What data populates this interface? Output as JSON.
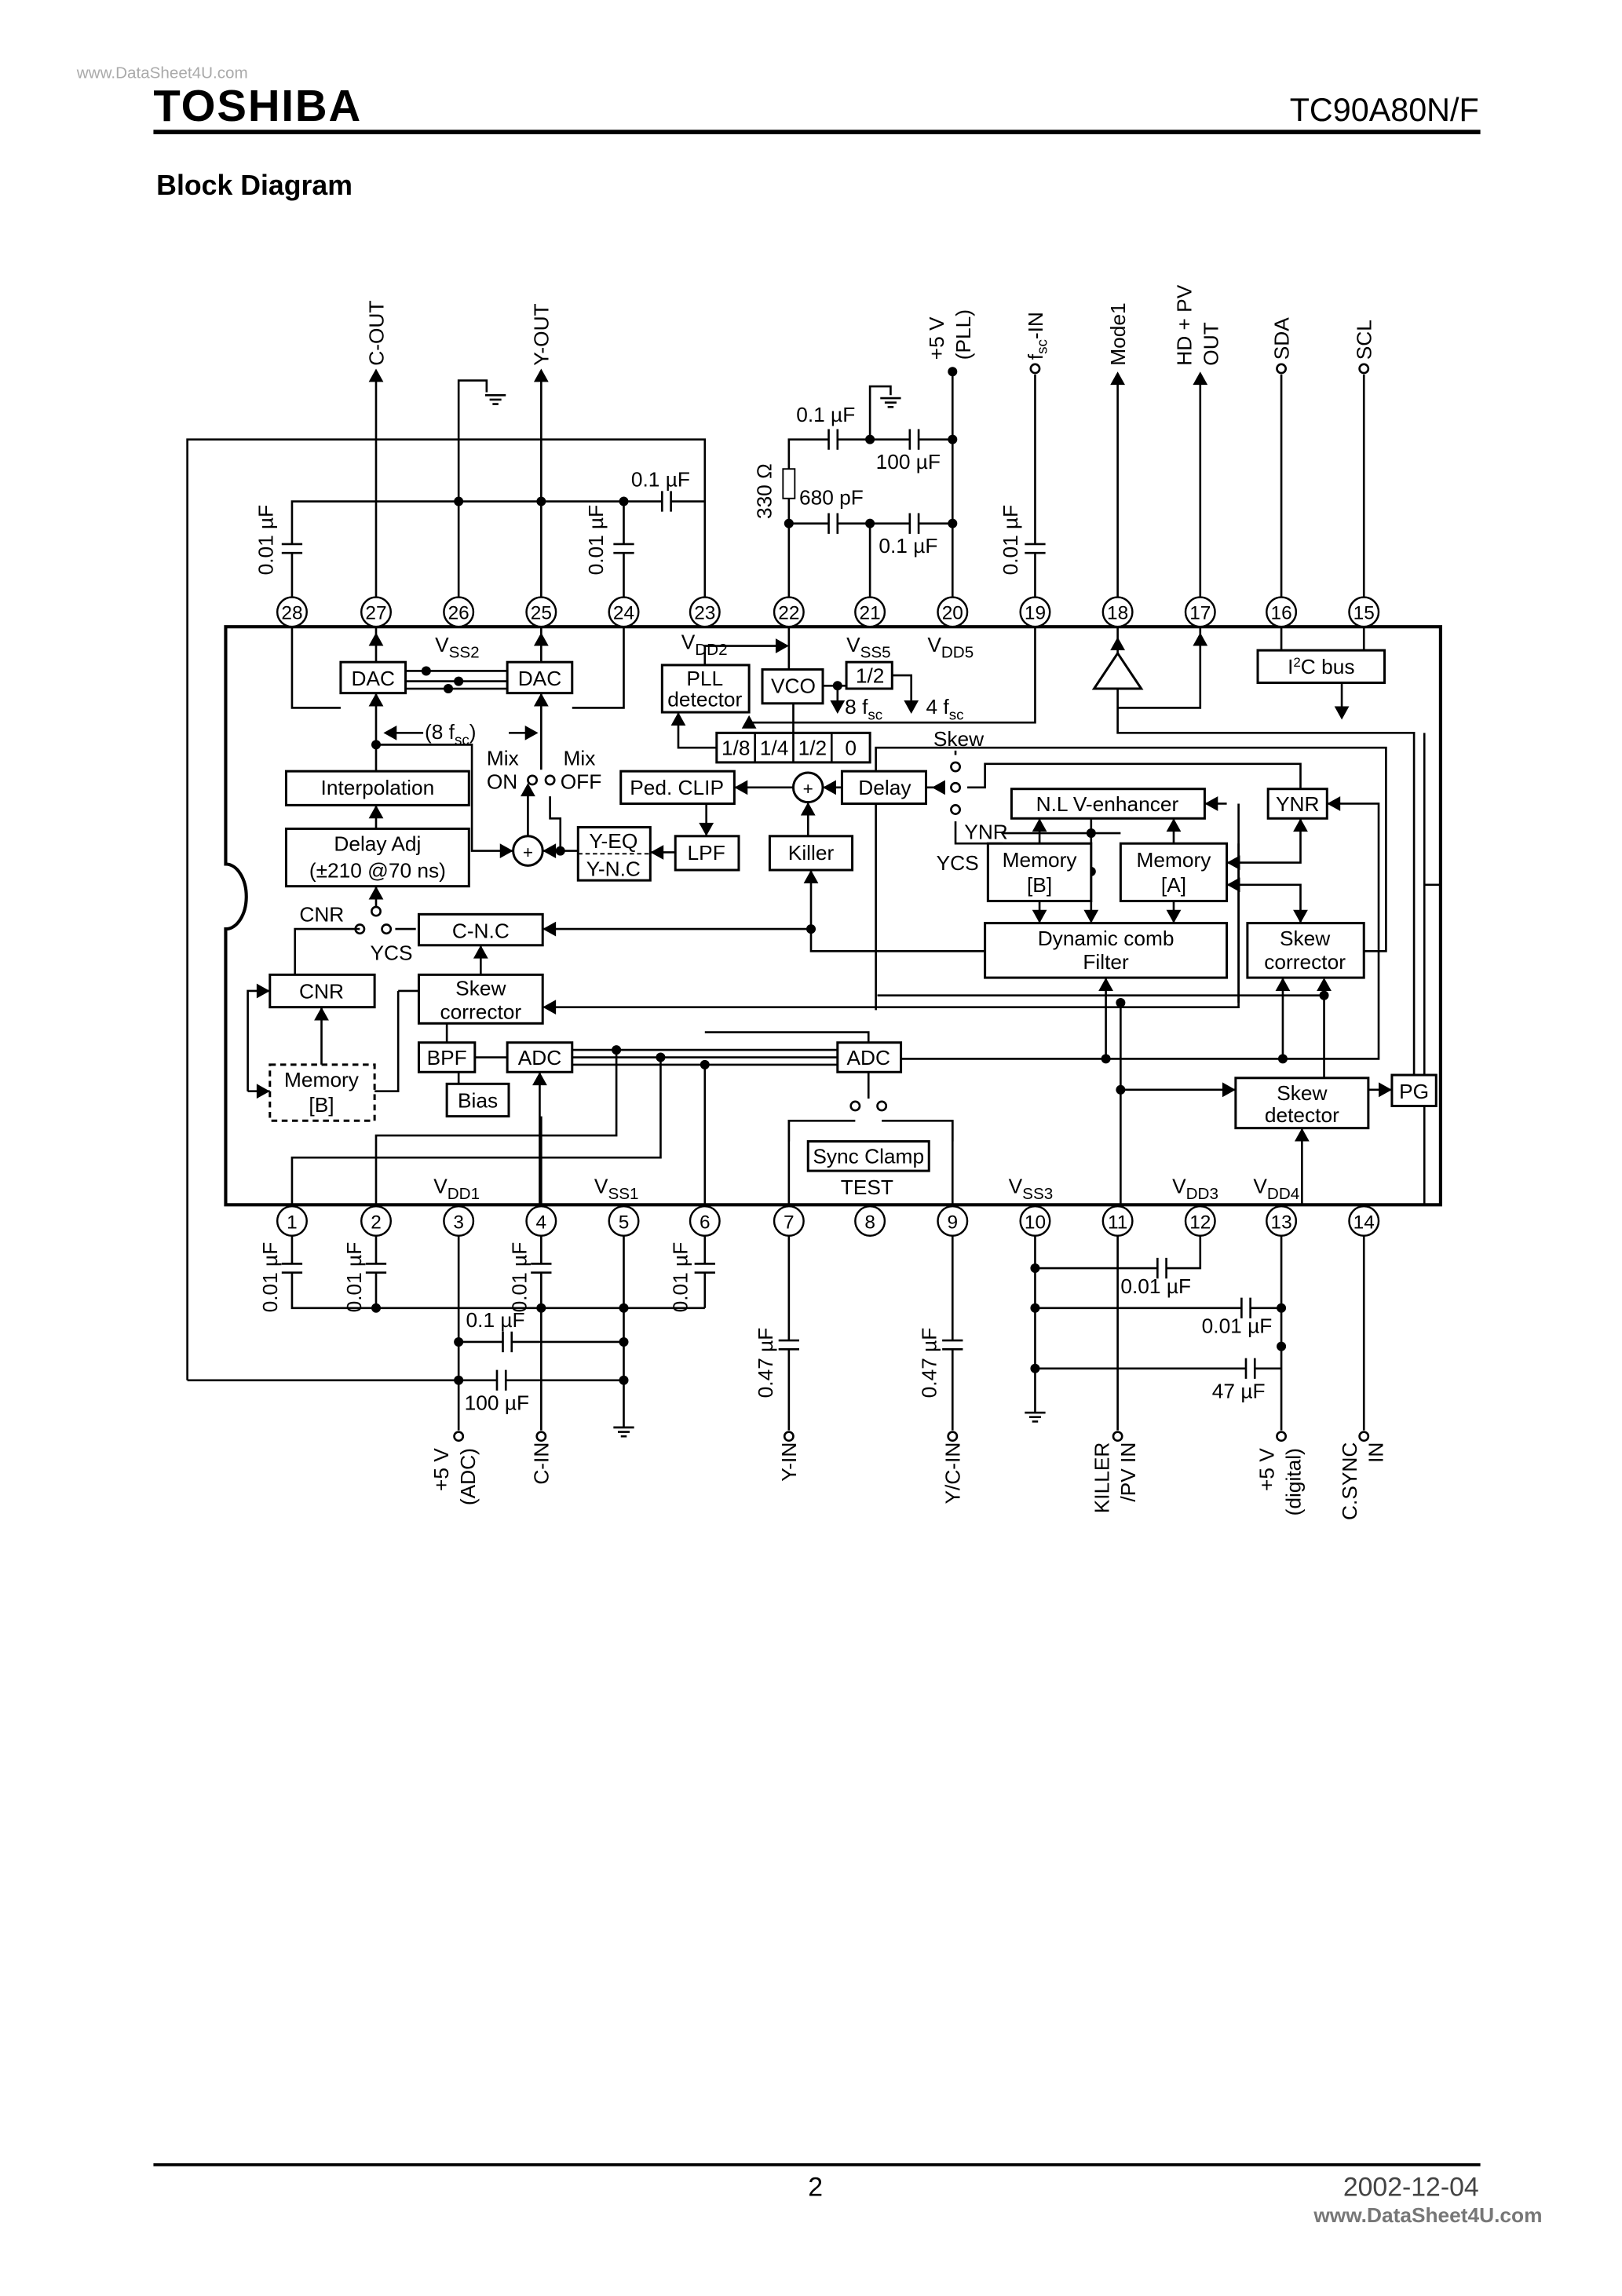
{
  "header": {
    "logo": "TOSHIBA",
    "part_number": "TC90A80N/F",
    "watermark": "www.DataSheet4U.com"
  },
  "section_title": "Block Diagram",
  "diagram": {
    "pins_top": [
      "28",
      "27",
      "26",
      "25",
      "24",
      "23",
      "22",
      "21",
      "20",
      "19",
      "18",
      "17",
      "16",
      "15"
    ],
    "pins_bottom": [
      "1",
      "2",
      "3",
      "4",
      "5",
      "6",
      "7",
      "8",
      "9",
      "10",
      "11",
      "12",
      "13",
      "14"
    ],
    "top_signals": {
      "c_out": "C-OUT",
      "y_out": "Y-OUT",
      "pll_5v": "+5 V",
      "pll_5v_2": "(PLL)",
      "fsc_f": "f",
      "fsc_sub": "sc",
      "fsc_rest": "-IN",
      "mode1": "Mode1",
      "hd_pv": "HD + PV",
      "hd_pv_2": "OUT",
      "sda": "SDA",
      "scl": "SCL"
    },
    "bottom_signals": {
      "adc_5v": "+5 V",
      "adc_5v_2": "(ADC)",
      "c_in": "C-IN",
      "y_in": "Y-IN",
      "yc_in": "Y/C-IN",
      "killer": "KILLER",
      "killer_2": "/PV IN",
      "digital_5v": "+5 V",
      "digital_5v_2": "(digital)",
      "csync": "C.SYNC",
      "csync_2": "IN"
    },
    "components": {
      "c_0_01uF": "0.01 µF",
      "c_0_1uF": "0.1 µF",
      "c_100uF": "100 µF",
      "r_330": "330 Ω",
      "c_680pF": "680 pF",
      "c_0_47uF": "0.47 µF",
      "c_47uF": "47 µF"
    },
    "supplies": {
      "vss2": {
        "main": "V",
        "sub": "SS2"
      },
      "vdd2": {
        "main": "V",
        "sub": "DD2"
      },
      "vss5": {
        "main": "V",
        "sub": "SS5"
      },
      "vdd5": {
        "main": "V",
        "sub": "DD5"
      },
      "vdd1": {
        "main": "V",
        "sub": "DD1"
      },
      "vss1": {
        "main": "V",
        "sub": "SS1"
      },
      "vss3": {
        "main": "V",
        "sub": "SS3"
      },
      "vdd3": {
        "main": "V",
        "sub": "DD3"
      },
      "vdd4": {
        "main": "V",
        "sub": "DD4"
      }
    },
    "blocks": {
      "dac": "DAC",
      "interpolation": "Interpolation",
      "delay_adj": "Delay Adj",
      "delay_adj_2": "(±210 @70 ns)",
      "cnc": "C-N.C",
      "cnr": "CNR",
      "skew": "Skew",
      "corrector": "corrector",
      "memory": "Memory",
      "mem_b": "[B]",
      "mem_a": "[A]",
      "bpf": "BPF",
      "adc": "ADC",
      "bias": "Bias",
      "pll": "PLL",
      "detector": "detector",
      "vco": "VCO",
      "half": "1/2",
      "div": [
        "1/8",
        "1/4",
        "1/2",
        "0"
      ],
      "ped_clip": "Ped. CLIP",
      "delay": "Delay",
      "lpf": "LPF",
      "yeq": "Y-EQ",
      "ync": "Y-N.C",
      "killer": "Killer",
      "nlv": "N.L V-enhancer",
      "ynr": "YNR",
      "dyn_comb": "Dynamic comb",
      "filter": "Filter",
      "skew_detector": "detector",
      "pg": "PG",
      "i2c_i": "I",
      "i2c_sup": "2",
      "i2c_rest": "C bus",
      "sync_clamp": "Sync Clamp",
      "test": "TEST",
      "plus": "+"
    },
    "labels": {
      "eight_fsc_open": "(8 f",
      "sc": "sc",
      "close": ")",
      "mix": "Mix",
      "on": "ON",
      "off": "OFF",
      "cnr": "CNR",
      "ycs": "YCS",
      "skew": "Skew",
      "ynr": "YNR",
      "eight_f": "8 f",
      "four_f": "4 f"
    }
  },
  "footer": {
    "page": "2",
    "date": "2002-12-04",
    "watermark": "www.DataSheet4U.com"
  }
}
